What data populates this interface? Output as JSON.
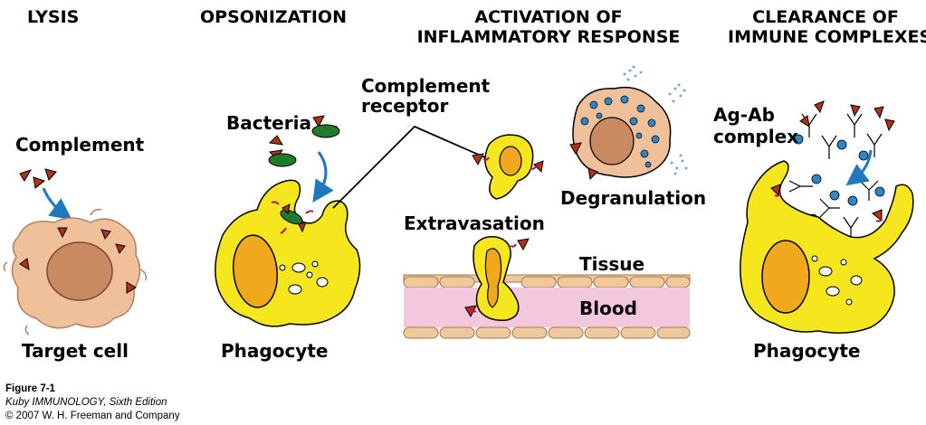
{
  "headings": {
    "lysis": "LYSIS",
    "opsonization": "OPSONIZATION",
    "activation_line1": "ACTIVATION OF",
    "activation_line2": "INFLAMMATORY RESPONSE",
    "clearance_line1": "CLEARANCE OF",
    "clearance_line2": "IMMUNE COMPLEXES"
  },
  "labels": {
    "complement": "Complement",
    "target_cell": "Target cell",
    "bacteria": "Bacteria",
    "phagocyte_left": "Phagocyte",
    "complement_receptor_line1": "Complement",
    "complement_receptor_line2": "receptor",
    "degranulation": "Degranulation",
    "extravasation": "Extravasation",
    "tissue": "Tissue",
    "blood": "Blood",
    "agab_line1": "Ag-Ab",
    "agab_line2": "complex",
    "phagocyte_right": "Phagocyte"
  },
  "caption": {
    "figure": "Figure 7-1",
    "book": "Kuby IMMUNOLOGY, Sixth Edition",
    "copyright": "© 2007 W. H. Freeman and Company"
  },
  "colors": {
    "phagocyte_fill": "#f5e61e",
    "nucleus_fill": "#f2a81c",
    "target_cell_fill": "#efc09a",
    "target_nucleus": "#c98a62",
    "complement": "#b23218",
    "bacteria": "#1f7a2a",
    "granule": "#2e86c8",
    "blood_vessel": "#f3c8dc",
    "endothelium": "#f1c79c",
    "receptor": "#b0185a"
  }
}
